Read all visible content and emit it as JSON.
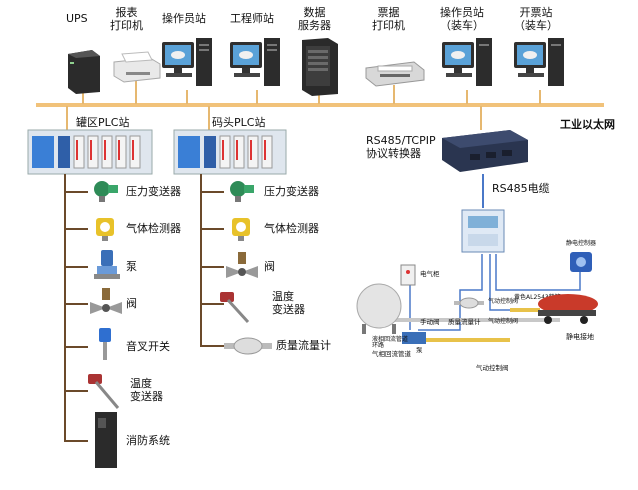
{
  "top_devices": {
    "ups": "UPS",
    "report_printer": [
      "报表",
      "打印机"
    ],
    "operator_station": "操作员站",
    "engineer_station": "工程师站",
    "data_server": [
      "数据",
      "服务器"
    ],
    "ticket_printer": [
      "票据",
      "打印机"
    ],
    "operator_station_loading": [
      "操作员站",
      "（装车）"
    ],
    "ticketing_station_loading": [
      "开票站",
      "（装车）"
    ]
  },
  "network": {
    "ethernet_label": "工业以太网",
    "converter_label": [
      "RS485/TCPIP",
      "协议转换器"
    ],
    "rs485_label": "RS485电缆"
  },
  "tank_plc": {
    "title": "罐区PLC站",
    "items": [
      "压力变送器",
      "气体检测器",
      "泵",
      "阀",
      "音叉开关",
      [
        "温度",
        "变送器"
      ],
      "消防系统"
    ]
  },
  "dock_plc": {
    "title": "码头PLC站",
    "items": [
      "压力变送器",
      "气体检测器",
      "阀",
      [
        "温度",
        "变送器"
      ],
      "质量流量计"
    ]
  },
  "loading_system": {
    "electric_cabinet": "电气柜",
    "static_controller": "静电控制器",
    "static_ground": "静电接地",
    "manual_valve": "手动阀",
    "mass_flowmeter": "质量流量计",
    "pneumatic_valve": "气动控制阀",
    "loading_arm": "黄色AL2543鹤管",
    "gas_return": "气相回流管道",
    "pump": "泵",
    "ring_pipe": "环路",
    "small_left": "液相回流管道",
    "small_pneumatic": "气动控制阀",
    "small_pneumatic2": "气动控制阀"
  },
  "colors": {
    "bus": "#f1c27a",
    "tree_line": "#6b4a2a",
    "pipe_blue": "#4a78c8",
    "pipe_yellow": "#e8c24a",
    "converter": "#2a3550"
  }
}
